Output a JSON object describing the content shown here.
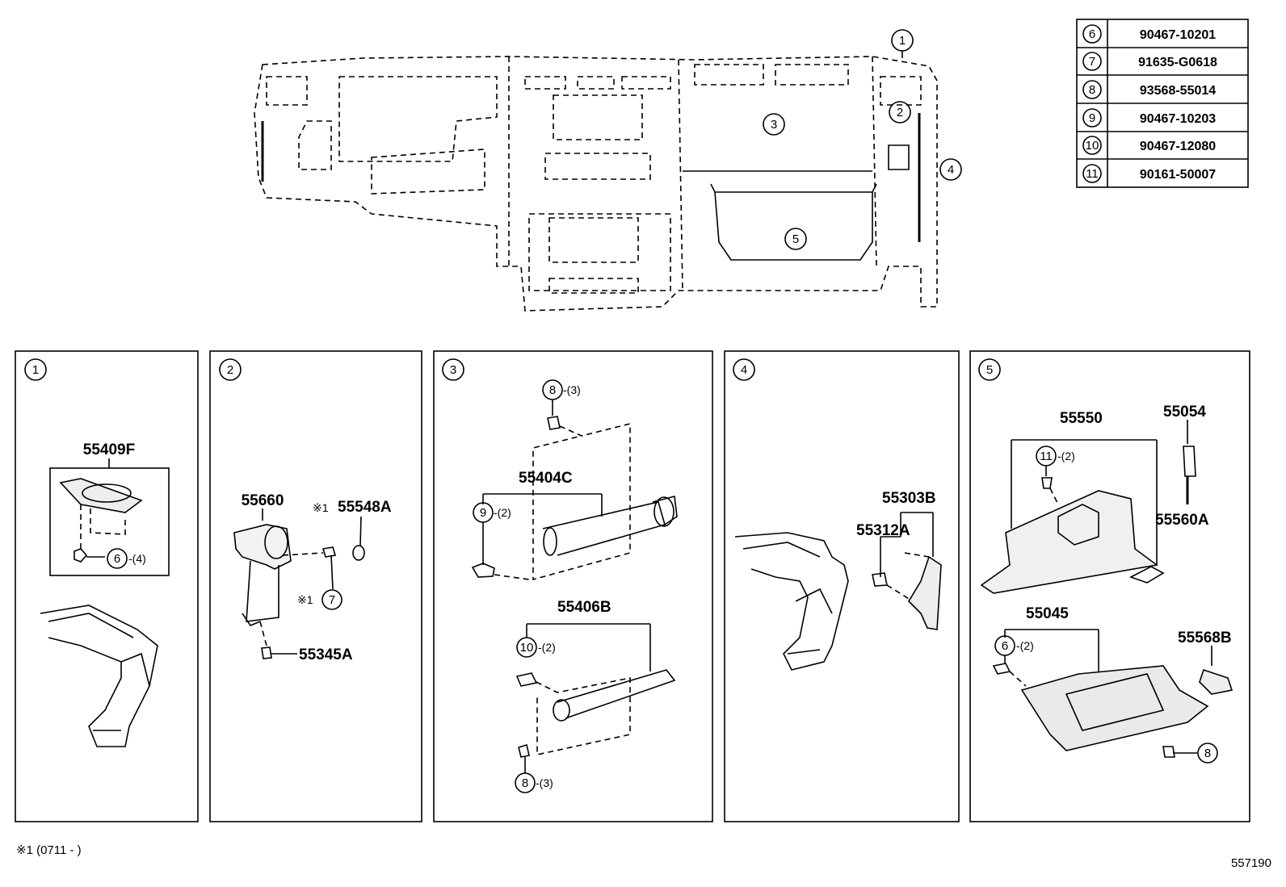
{
  "overview_callouts": [
    "1",
    "2",
    "3",
    "4",
    "5"
  ],
  "fastener_table": [
    {
      "ref": "6",
      "part_no": "90467-10201"
    },
    {
      "ref": "7",
      "part_no": "91635-G0618"
    },
    {
      "ref": "8",
      "part_no": "93568-55014"
    },
    {
      "ref": "9",
      "part_no": "90467-10203"
    },
    {
      "ref": "10",
      "part_no": "90467-12080"
    },
    {
      "ref": "11",
      "part_no": "90161-50007"
    }
  ],
  "panels": {
    "p1": {
      "num": "1",
      "part": "55409F",
      "ref6": "6",
      "qty6": "-(4)"
    },
    "p2": {
      "num": "2",
      "part_a": "55660",
      "note_a": "※1",
      "part_b": "55548A",
      "note_7": "※1",
      "ref7": "7",
      "part_c": "55345A"
    },
    "p3": {
      "num": "3",
      "ref8_top": "8",
      "qty8_top": "-(3)",
      "part_a": "55404C",
      "ref9": "9",
      "qty9": "-(2)",
      "part_b": "55406B",
      "ref10": "10",
      "qty10": "-(2)",
      "ref8_bot": "8",
      "qty8_bot": "-(3)"
    },
    "p4": {
      "num": "4",
      "part_a": "55303B",
      "part_b": "55312A"
    },
    "p5": {
      "num": "5",
      "part_a": "55550",
      "part_b": "55054",
      "ref11": "11",
      "qty11": "-(2)",
      "part_c": "55560A",
      "part_d": "55045",
      "ref6": "6",
      "qty6": "-(2)",
      "part_e": "55568B",
      "ref8": "8"
    }
  },
  "footnote": "※1 (0711 -      )",
  "diagram_id": "557190"
}
